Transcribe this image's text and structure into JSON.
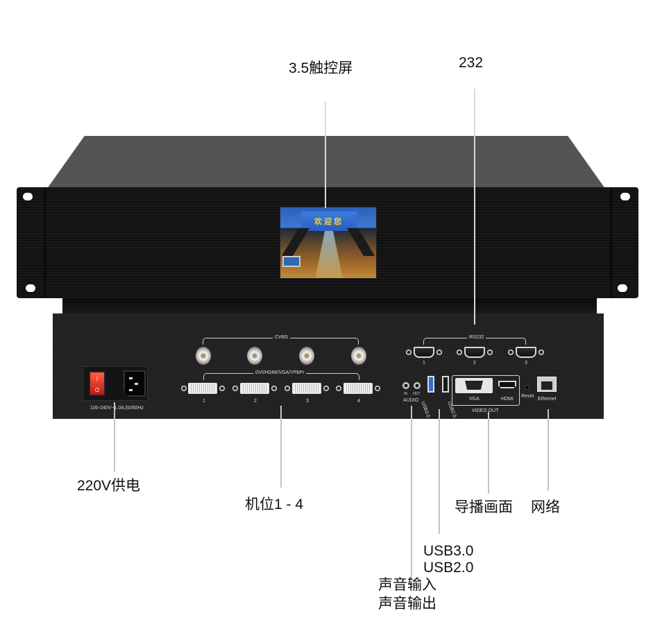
{
  "callouts": {
    "touch_screen": "3.5触控屏",
    "rs232": "232",
    "power": "220V供电",
    "camera_inputs": "机位1 - 4",
    "usb3": "USB3.0",
    "usb2": "USB2.0",
    "audio_in": "声音输入",
    "audio_out": "声音输出",
    "director_output": "导播画面",
    "network": "网络"
  },
  "front_panel": {
    "lcd_banner_text": "欢迎您"
  },
  "rear_panel": {
    "power_rating": "100-240V~1.0A,50/60Hz",
    "power_switch_on": "I",
    "power_switch_off": "O",
    "cvbs_label": "CVBS",
    "dvi_group_label": "DVI/HDMI/VGA/YPbPr",
    "dvi_ports": [
      "1",
      "2",
      "3",
      "4"
    ],
    "rs232_label": "RS232",
    "rs232_ports": [
      "1",
      "2",
      "3"
    ],
    "audio_in": "IN",
    "audio_out": "OUT",
    "audio_label": "AUDIO",
    "usb3_label": "USB3.0",
    "usb2_label": "USB2.0",
    "vga_label": "VGA",
    "hdmi_label": "HDMI",
    "video_out_label": "VIDEO OUT",
    "reset_label": "Reset",
    "ethernet_label": "Ethernet"
  },
  "colors": {
    "chassis": "#1a1a1a",
    "leader_line": "#c4c4c4",
    "power_switch": "#e03020",
    "usb3_blue": "#2f6ed8"
  }
}
